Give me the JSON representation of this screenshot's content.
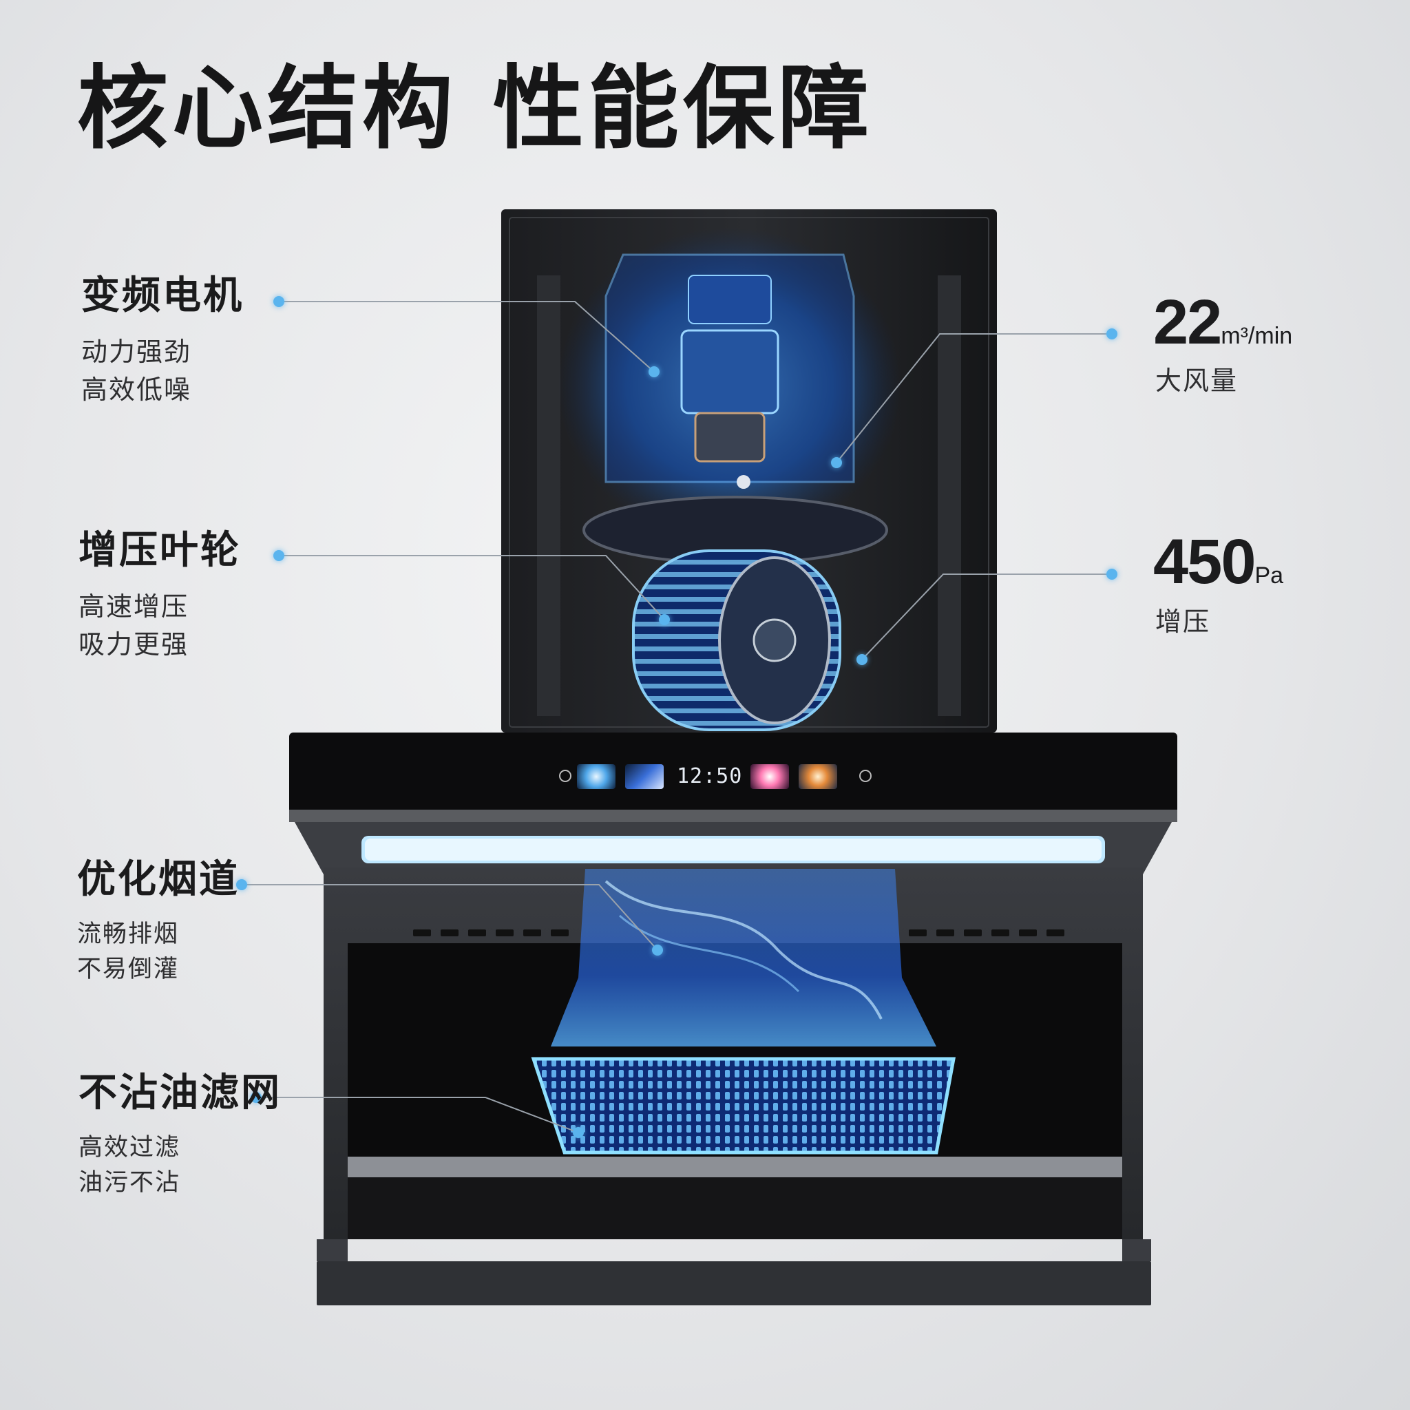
{
  "page": {
    "title": "核心结构 性能保障",
    "accent_color": "#5ab4ee"
  },
  "features_left": [
    {
      "name": "motor",
      "title": "变频电机",
      "desc": [
        "动力强劲",
        "高效低噪"
      ]
    },
    {
      "name": "impeller",
      "title": "增压叶轮",
      "desc": [
        "高速增压",
        "吸力更强"
      ]
    },
    {
      "name": "flue",
      "title": "优化烟道",
      "desc": [
        "流畅排烟",
        "不易倒灌"
      ]
    },
    {
      "name": "filter",
      "title": "不沾油滤网",
      "desc": [
        "高效过滤",
        "油污不沾"
      ]
    }
  ],
  "specs_right": [
    {
      "name": "airflow",
      "value": "22",
      "unit": "m³/min",
      "label": "大风量"
    },
    {
      "name": "pressure",
      "value": "450",
      "unit": "Pa",
      "label": "增压"
    }
  ],
  "control_panel": {
    "clock_display": "12:50",
    "icons": [
      "power-icon",
      "turbo-mode-icon",
      "fan-mode-icon",
      "light-mode-icon",
      "clean-mode-icon",
      "power-icon"
    ]
  }
}
